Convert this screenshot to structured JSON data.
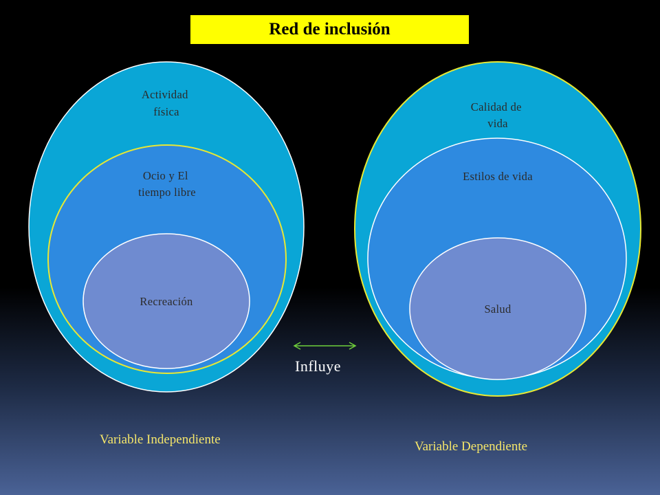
{
  "title": "Red de inclusión",
  "left_group": {
    "outer_label": [
      "Actividad",
      "física"
    ],
    "middle_label": [
      "Ocio y El",
      "tiempo libre"
    ],
    "inner_label": [
      "Recreación"
    ],
    "caption": "Variable Independiente"
  },
  "right_group": {
    "outer_label": [
      "Calidad de",
      "vida"
    ],
    "middle_label": [
      "Estilos de vida"
    ],
    "inner_label": [
      "Salud"
    ],
    "caption": "Variable Dependiente"
  },
  "relation_label": "Influye",
  "colors": {
    "title_bg": "#ffff00",
    "outer_fill": "#0aa6d6",
    "middle_fill": "#2e8ae0",
    "inner_fill": "#6f8bd0",
    "yellow_outline": "#e8e833",
    "white_outline": "#ffffff",
    "arrow": "#6fcf3a",
    "caption_text": "#f5e66a"
  }
}
